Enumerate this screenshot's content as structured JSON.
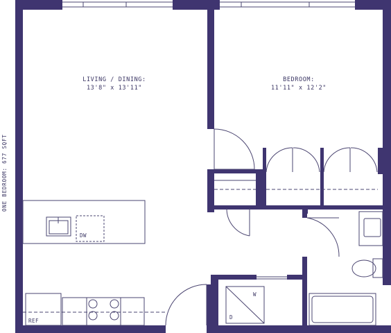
{
  "plan": {
    "side_label": "ONE BEDROOM: 677 SQFT",
    "rooms": {
      "living": {
        "name": "LIVING / DINING:",
        "dims": "13'8\" x 13'11\""
      },
      "bedroom": {
        "name": "BEDROOM:",
        "dims": "11'11\" x 12'2\""
      }
    },
    "fixtures": {
      "dishwasher": "DW",
      "refrigerator": "REF",
      "washer": "W",
      "dryer": "D"
    },
    "colors": {
      "wall": "#3f3570",
      "line": "#4a4470",
      "text": "#3a3563"
    }
  }
}
